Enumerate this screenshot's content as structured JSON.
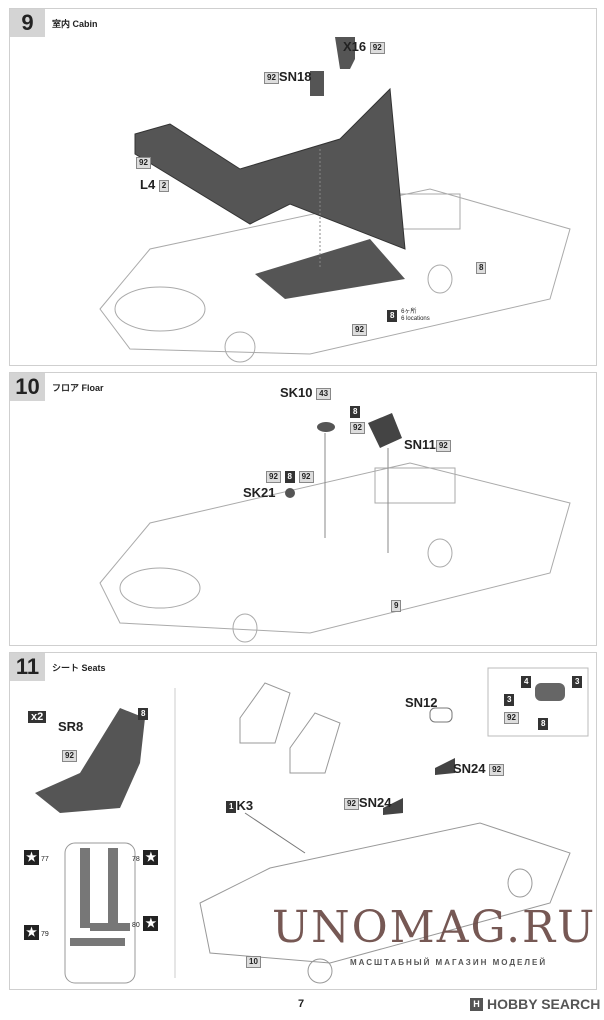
{
  "steps": [
    {
      "number": "9",
      "title": "室内  Cabin",
      "labels": {
        "x16": "X16",
        "x16_paint": "92",
        "sn18": "SN18",
        "sn18_paint": "92",
        "l4": "L4",
        "l4_paint": "2",
        "body_paint": "92",
        "chassis_paint": "8",
        "loc_paint": "8",
        "loc_jp": "6ヶ所",
        "loc_en": "6 locations",
        "floor_paint": "92"
      }
    },
    {
      "number": "10",
      "title": "フロア  Floar",
      "labels": {
        "sk10": "SK10",
        "sk10_p1": "43",
        "sk10_p2": "8",
        "sk10_p3": "92",
        "sn11": "SN11",
        "sn11_paint": "92",
        "sk21": "SK21",
        "sk21_p1": "92",
        "sk21_p2": "8",
        "sk21_p3": "92",
        "chassis_paint": "9"
      }
    },
    {
      "number": "11",
      "title": "シート  Seats",
      "labels": {
        "qty": "x2",
        "sr8": "SR8",
        "sr8_p1": "8",
        "sr8_p2": "92",
        "decal_77": "77",
        "decal_78": "78",
        "decal_79": "79",
        "decal_80": "80",
        "sn12": "SN12",
        "callout_4": "4",
        "callout_3a": "3",
        "callout_3b": "3",
        "callout_92": "92",
        "callout_8": "8",
        "sn24a": "SN24",
        "sn24a_paint": "92",
        "sn24b": "SN24",
        "sn24b_paint": "92",
        "k3": "K3",
        "k3_paint": "1",
        "floor_paint": "10"
      }
    }
  ],
  "page_number": "7",
  "footer_brand": "HOBBY SEARCH",
  "watermark": {
    "title": "UNOMAG.RU",
    "subtitle": "МАСШТАБНЫЙ МАГАЗИН МОДЕЛЕЙ"
  }
}
